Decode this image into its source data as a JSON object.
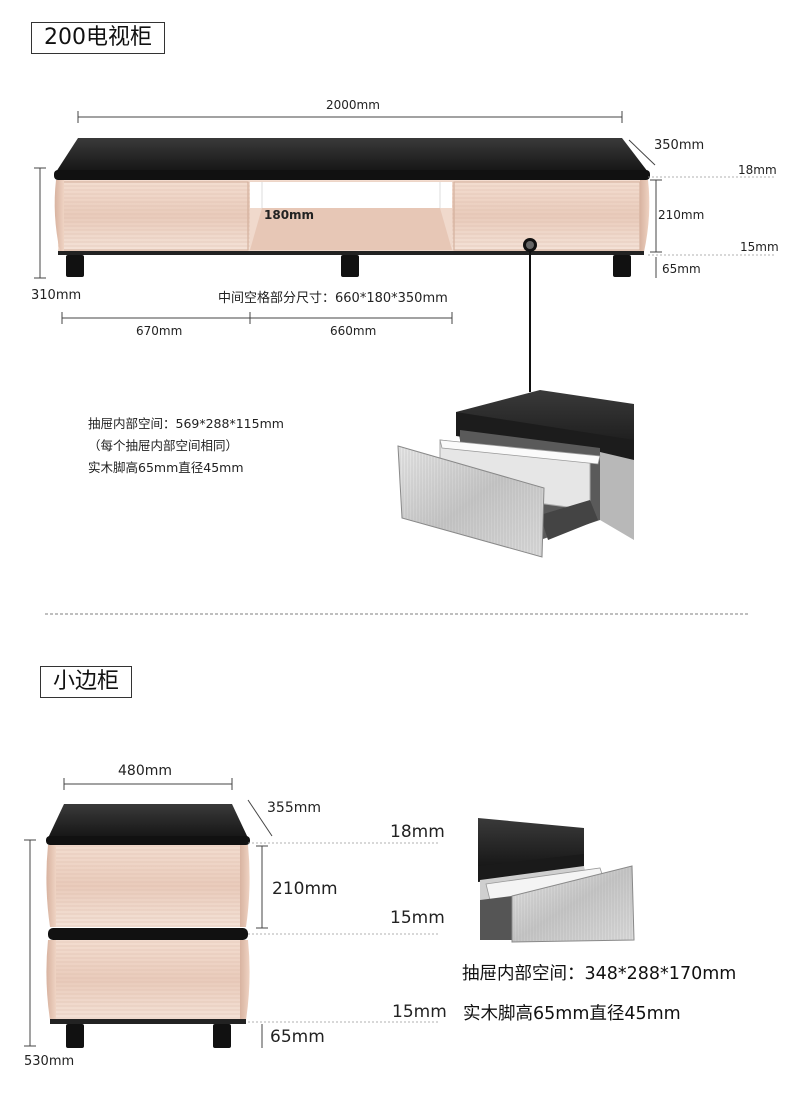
{
  "section1": {
    "title": "200电视柜",
    "dims": {
      "width": "2000mm",
      "depth": "350mm",
      "top_thickness": "18mm",
      "body_height": "210mm",
      "gap_bottom": "15mm",
      "leg_height": "65mm",
      "total_height": "310mm",
      "middle_height": "180mm",
      "left_section": "670mm",
      "middle_section": "660mm"
    },
    "middle_space_note": "中间空格部分尺寸：660*180*350mm",
    "drawer_notes": [
      "抽屉内部空间：569*288*115mm",
      "（每个抽屉内部空间相同）",
      "实木脚高65mm直径45mm"
    ]
  },
  "section2": {
    "title": "小边柜",
    "dims": {
      "width": "480mm",
      "depth": "355mm",
      "top_thickness": "18mm",
      "body_height": "210mm",
      "gap_mid": "15mm",
      "gap_bottom": "15mm",
      "leg_height": "65mm",
      "total_height": "530mm"
    },
    "drawer_notes": [
      "抽屉内部空间：348*288*170mm",
      "实木脚高65mm直径45mm"
    ]
  }
}
